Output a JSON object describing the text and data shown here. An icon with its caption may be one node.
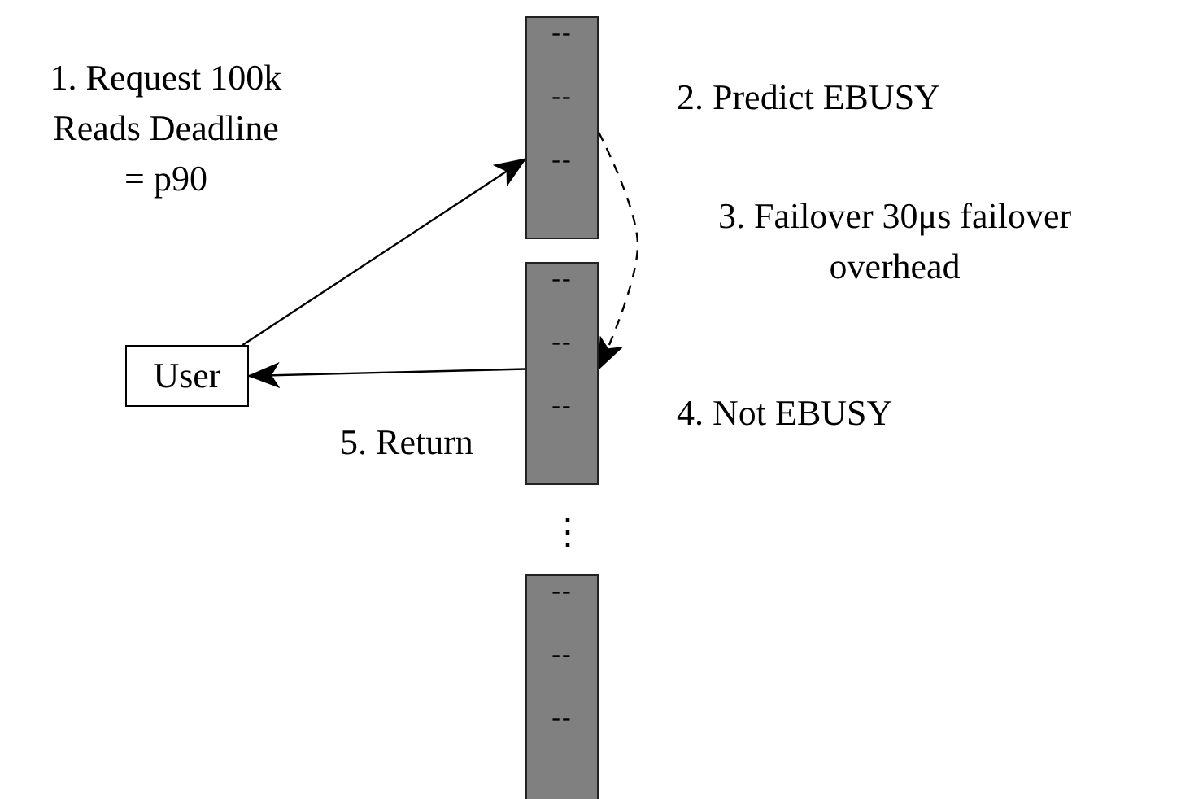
{
  "diagram": {
    "nodes": [
      {
        "text": [
          "User"
        ]
      },
      {
        "text": [
          "--",
          "--",
          "--"
        ],
        "beside": [
          "2. Predict EBUSY"
        ]
      },
      {
        "text": [
          "--",
          "--",
          "--"
        ],
        "beside": [
          "4. Not EBUSY"
        ]
      },
      {
        "text": [
          "--",
          "--",
          "--"
        ]
      }
    ],
    "edges": [
      {
        "from": 0,
        "to": 1,
        "arrow": "to",
        "label": "1. Request 100k Reads Deadline = p90"
      },
      {
        "from": 1,
        "to": 2,
        "arrow": "to",
        "style": "dashed",
        "label": "3. Failover 30μs failover overhead"
      },
      {
        "from": 2,
        "to": 0,
        "arrow": "to",
        "label": "5. Return"
      }
    ],
    "labels": [
      "⋮"
    ]
  }
}
